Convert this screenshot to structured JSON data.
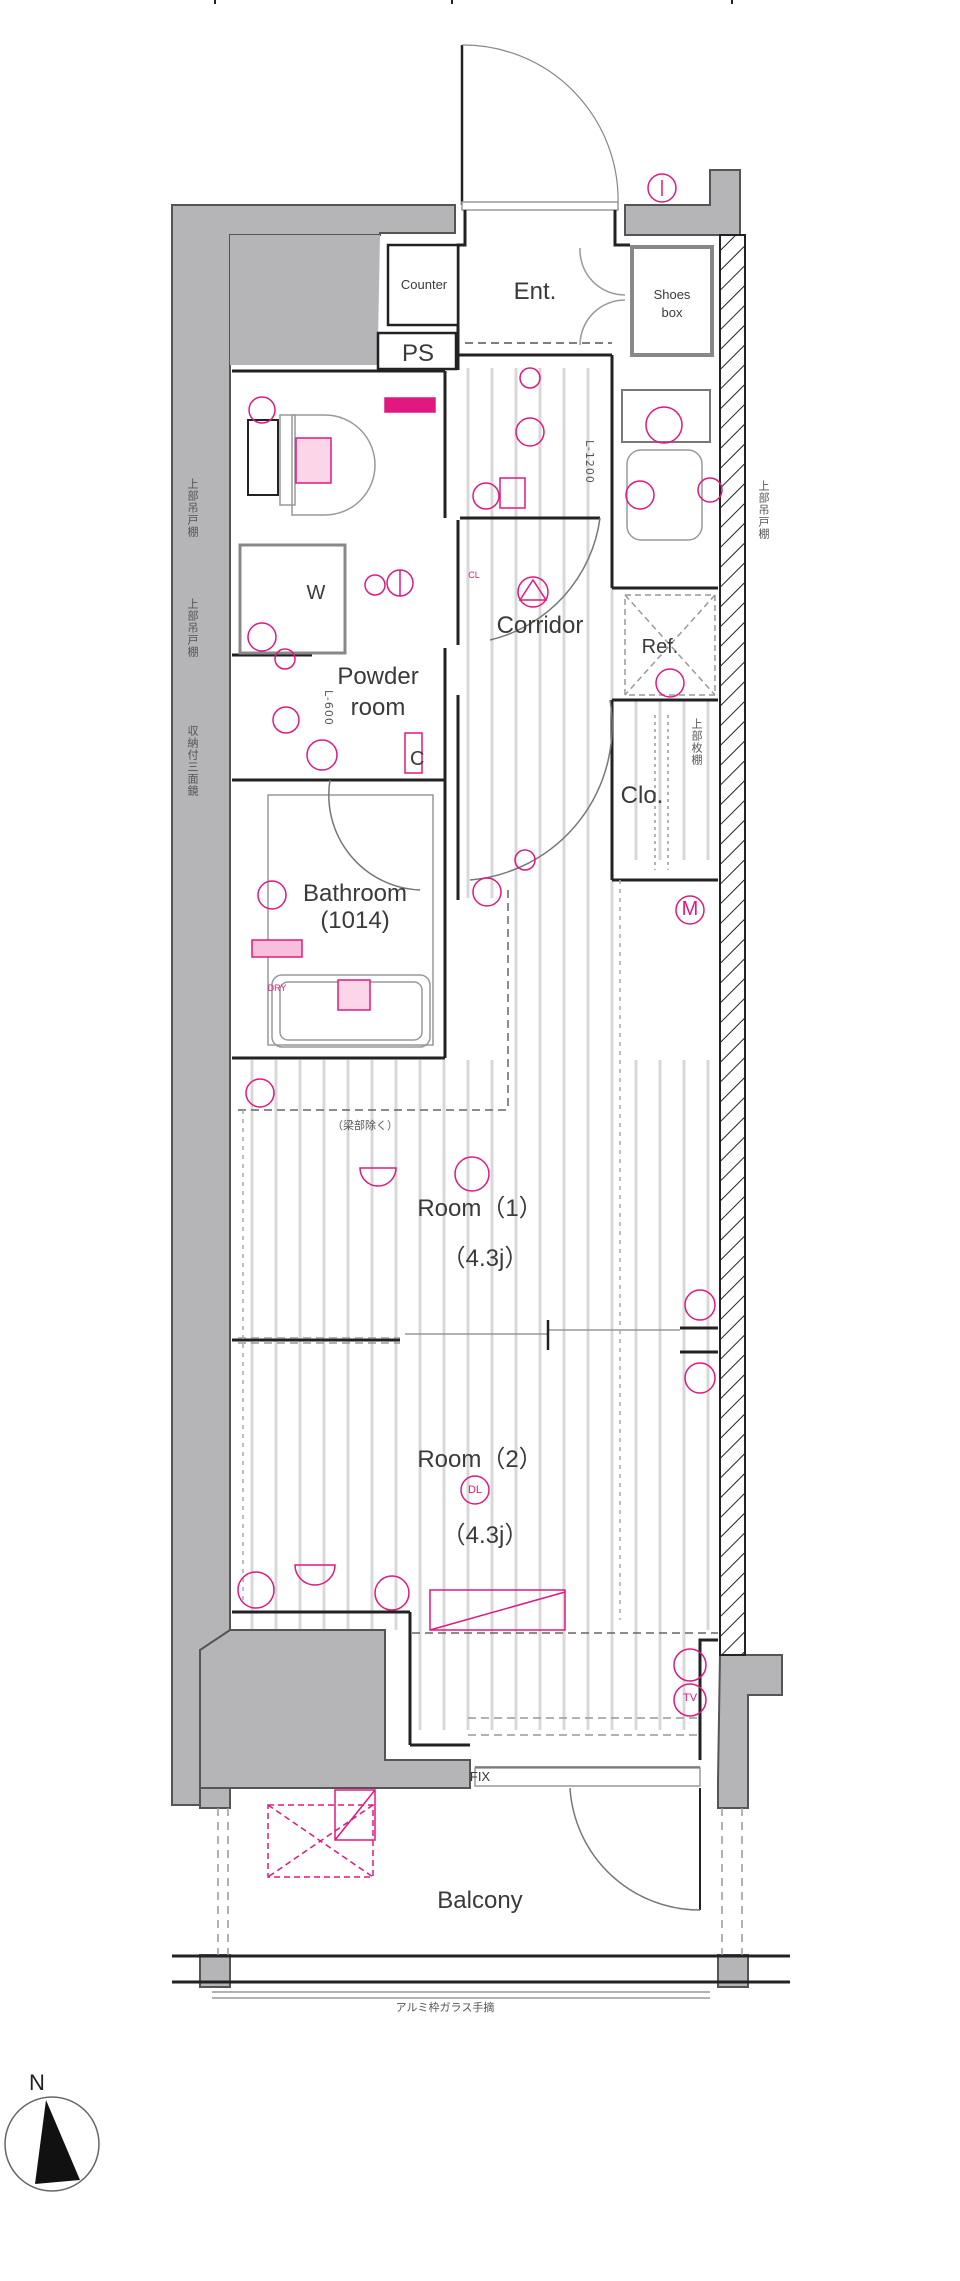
{
  "plan": {
    "type": "apartment floor plan",
    "orientation": "N",
    "colors": {
      "wall": "#b5b5b8",
      "wall_edge": "#555555",
      "line": "#222222",
      "electrical": "#e0187f",
      "floor_line": "#d9d9d9"
    }
  },
  "rooms": {
    "entrance": {
      "label": "Ent."
    },
    "counter": {
      "label": "Counter"
    },
    "shoes_box": {
      "label_line1": "Shoes",
      "label_line2": "box"
    },
    "ps": {
      "label": "PS"
    },
    "corridor": {
      "label": "Corridor"
    },
    "powder_room": {
      "label_line1": "Powder",
      "label_line2": "room"
    },
    "washer": {
      "label": "W"
    },
    "bathroom": {
      "label": "Bathroom",
      "size": "(1014)"
    },
    "refrigerator": {
      "label": "Ref."
    },
    "closet": {
      "label": "Clo."
    },
    "room1": {
      "label": "Room（1）",
      "area": "（4.3j）"
    },
    "room2": {
      "label": "Room（2）",
      "area": "（4.3j）"
    },
    "balcony": {
      "label": "Balcony"
    }
  },
  "annotations": {
    "counter_height": "L-1200",
    "powder_height": "L-600",
    "fix_window": "FIX",
    "bath_dry": "DRY",
    "beam_note": "（梁部除く）",
    "railing_note": "アルミ枠ガラス手摘",
    "wall_note_1": "上部吊戸棚",
    "wall_note_2": "上部吊戸棚",
    "wall_note_3": "収納付三面鏡",
    "wall_note_right": "上部吊戸棚",
    "closet_note": "上部枚棚",
    "intercom_symbol": "I",
    "meter_symbol": "M",
    "tv_symbol": "TV",
    "cl_symbol": "CL",
    "dl_symbol": "DL",
    "c_symbol": "C"
  },
  "compass": {
    "label": "N"
  }
}
